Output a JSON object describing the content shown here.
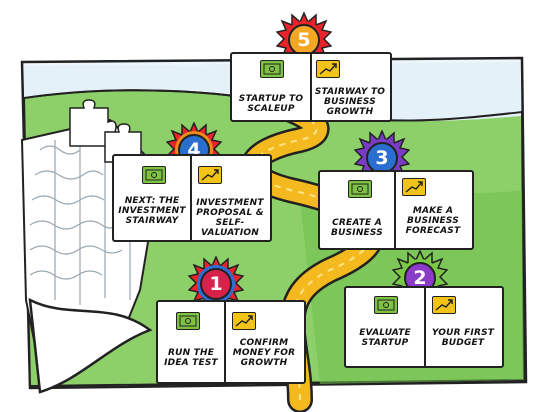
{
  "steps": [
    {
      "number": "1",
      "left_label": "Run the idea test",
      "right_label": "Confirm money for growth",
      "burst": "#e8232a",
      "disc": "#d8224b",
      "ring": "#2b6fd6"
    },
    {
      "number": "2",
      "left_label": "Evaluate startup",
      "right_label": "Your first budget",
      "burst": "#7ac943",
      "disc": "#8a3cc8",
      "ring": "#7ac943"
    },
    {
      "number": "3",
      "left_label": "Create a business",
      "right_label": "Make a business forecast",
      "burst": "#7a3cc4",
      "disc": "#2a6fd0",
      "ring": "#7a3cc4"
    },
    {
      "number": "4",
      "left_label": "Next: the investment stairway",
      "right_label": "Investment proposal & self-valuation",
      "burst": "#e8232a",
      "disc": "#2a6fd0",
      "ring": "#f08a1c"
    },
    {
      "number": "5",
      "left_label": "Startup to scaleup",
      "right_label": "Stairway to business growth",
      "burst": "#e8232a",
      "disc": "#f5a623",
      "ring": "#e8232a"
    }
  ],
  "icons": {
    "left": "money-bill-icon",
    "right": "growth-chart-icon"
  },
  "colors": {
    "sky": "#d8eaf5",
    "hill": "#8dd06a",
    "path": "#f5b920",
    "outline": "#222222"
  }
}
